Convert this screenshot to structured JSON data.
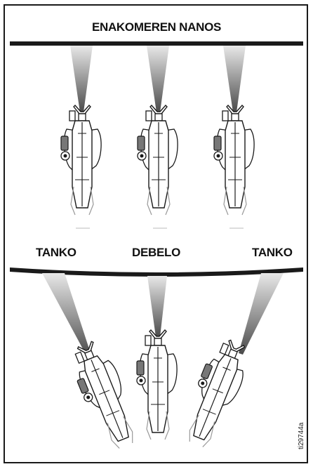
{
  "top_section": {
    "title": "ENAKOMEREN NANOS"
  },
  "bottom_section": {
    "labels": {
      "left": "TANKO",
      "center": "DEBELO",
      "right": "TANKO"
    }
  },
  "figure_id": "ti29744a",
  "colors": {
    "line": "#1a1a1a",
    "spray_dark": "#555555",
    "spray_light": "#e6e6e6"
  }
}
